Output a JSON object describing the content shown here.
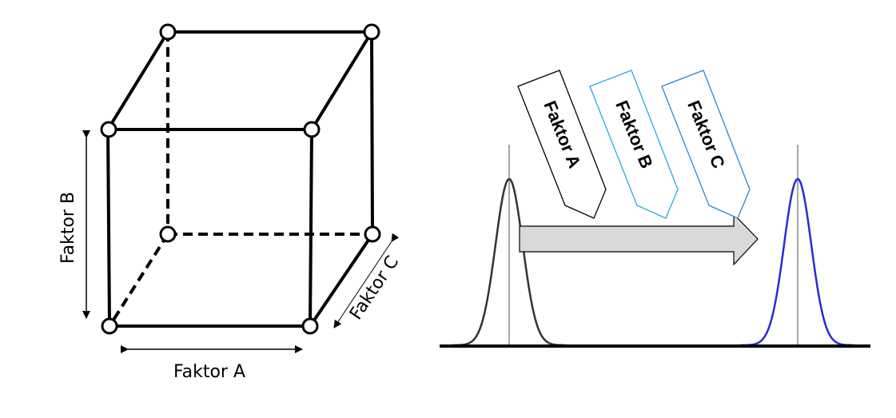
{
  "cube": {
    "axis_labels": {
      "a": "Faktor A",
      "b": "Faktor B",
      "c": "Faktor C"
    },
    "corner_count": 8
  },
  "shift": {
    "factors": [
      {
        "label": "Faktor A",
        "color": "#000000"
      },
      {
        "label": "Faktor B",
        "color": "#29a8e0"
      },
      {
        "label": "Faktor C",
        "color": "#2f86c9"
      }
    ],
    "initial_curve_color": "#333333",
    "shifted_curve_color": "#2a2ad8",
    "arrow_fill": "#d9d9d9"
  }
}
